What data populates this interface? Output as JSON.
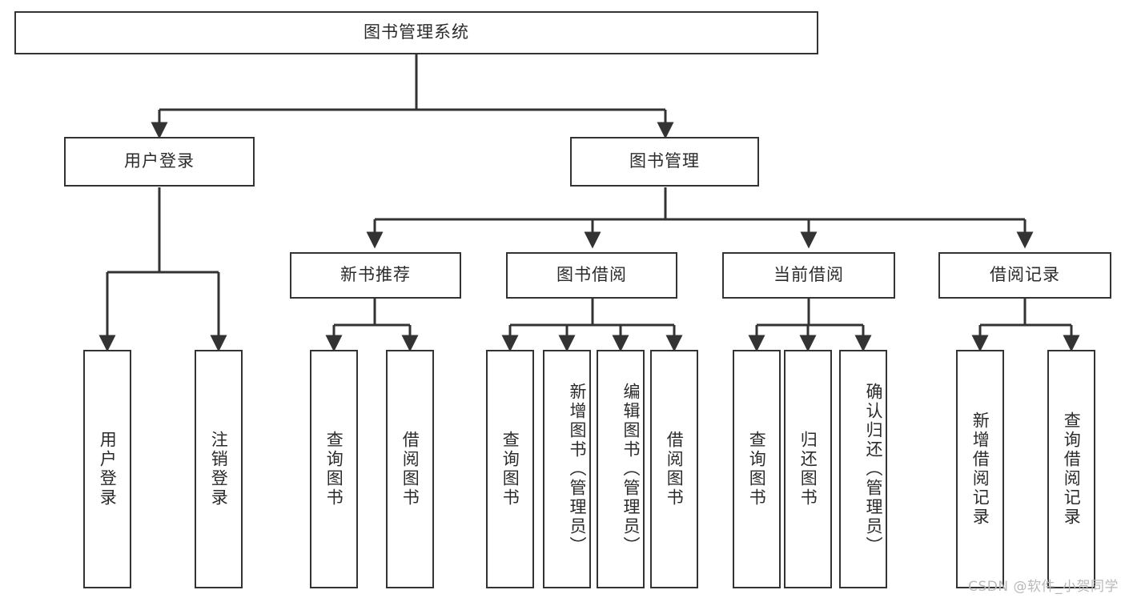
{
  "diagram": {
    "title": "图书管理系统",
    "type": "tree",
    "background_color": "#ffffff",
    "border_color": "#333333",
    "text_color": "#2b2b2b",
    "watermark": "CSDN @软件_小贺同学",
    "levels": {
      "root": {
        "label": "图书管理系统"
      },
      "level1": [
        {
          "label": "用户登录"
        },
        {
          "label": "图书管理"
        }
      ],
      "level2": [
        {
          "label": "新书推荐"
        },
        {
          "label": "图书借阅"
        },
        {
          "label": "当前借阅"
        },
        {
          "label": "借阅记录"
        }
      ],
      "leaves": {
        "user_login": [
          {
            "label": "用户登录"
          },
          {
            "label": "注销登录"
          }
        ],
        "new_book_recommend": [
          {
            "label": "查询图书"
          },
          {
            "label": "借阅图书"
          }
        ],
        "book_borrow": [
          {
            "label": "查询图书"
          },
          {
            "label": "新增图书（管理员）"
          },
          {
            "label": "编辑图书（管理员）"
          },
          {
            "label": "借阅图书"
          }
        ],
        "current_borrow": [
          {
            "label": "查询图书"
          },
          {
            "label": "归还图书"
          },
          {
            "label": "确认归还（管理员）"
          }
        ],
        "borrow_record": [
          {
            "label": "新增借阅记录"
          },
          {
            "label": "查询借阅记录"
          }
        ]
      }
    }
  }
}
